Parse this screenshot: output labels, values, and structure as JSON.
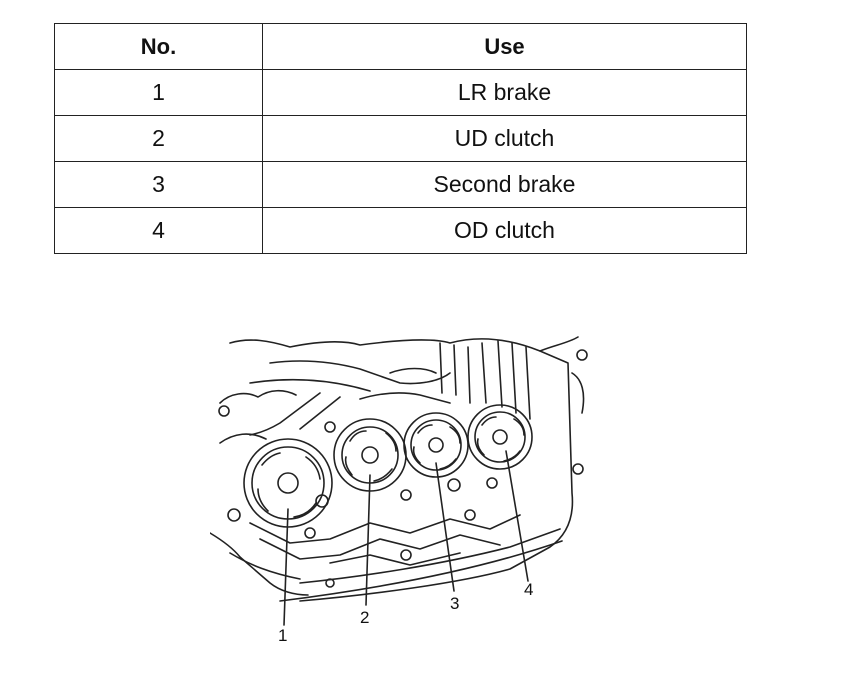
{
  "table": {
    "headers": [
      "No.",
      "Use"
    ],
    "rows": [
      {
        "no": "1",
        "use": "LR brake"
      },
      {
        "no": "2",
        "use": "UD clutch"
      },
      {
        "no": "3",
        "use": "Second brake"
      },
      {
        "no": "4",
        "use": "OD clutch"
      }
    ]
  },
  "figure": {
    "callouts": [
      "1",
      "2",
      "3",
      "4"
    ]
  }
}
